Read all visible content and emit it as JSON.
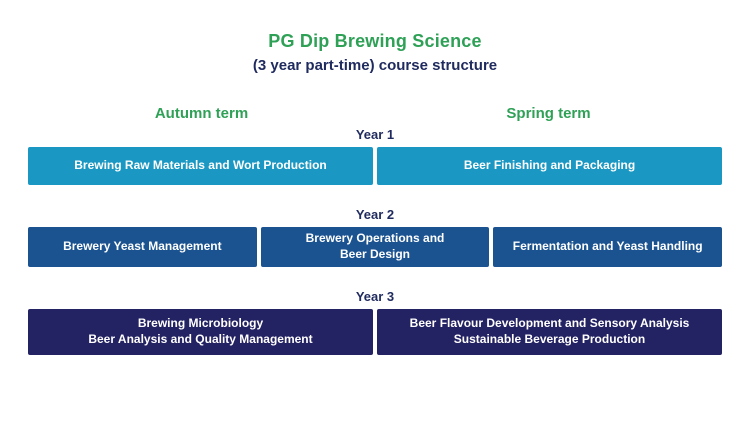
{
  "header": {
    "title": "PG Dip Brewing Science",
    "subtitle": "(3 year part-time) course structure"
  },
  "terms": {
    "autumn": "Autumn term",
    "spring": "Spring term"
  },
  "year1": {
    "label": "Year 1",
    "modules": {
      "m1": {
        "line1": "Brewing Raw Materials and Wort Production"
      },
      "m2": {
        "line1": "Beer Finishing and Packaging"
      }
    }
  },
  "year2": {
    "label": "Year 2",
    "modules": {
      "m1": {
        "line1": "Brewery Yeast Management"
      },
      "m2": {
        "line1": "Brewery Operations and",
        "line2": "Beer Design"
      },
      "m3": {
        "line1": "Fermentation and Yeast Handling"
      }
    }
  },
  "year3": {
    "label": "Year 3",
    "modules": {
      "m1": {
        "line1": "Brewing Microbiology",
        "line2": "Beer Analysis and Quality Management"
      },
      "m2": {
        "line1": "Beer Flavour Development and Sensory Analysis",
        "line2": "Sustainable Beverage Production"
      }
    }
  },
  "colors": {
    "accent_green": "#2fa157",
    "navy_text": "#1f2a5e",
    "year1_box": "#1a98c3",
    "year2_box": "#1b5391",
    "year3_box": "#232263"
  }
}
